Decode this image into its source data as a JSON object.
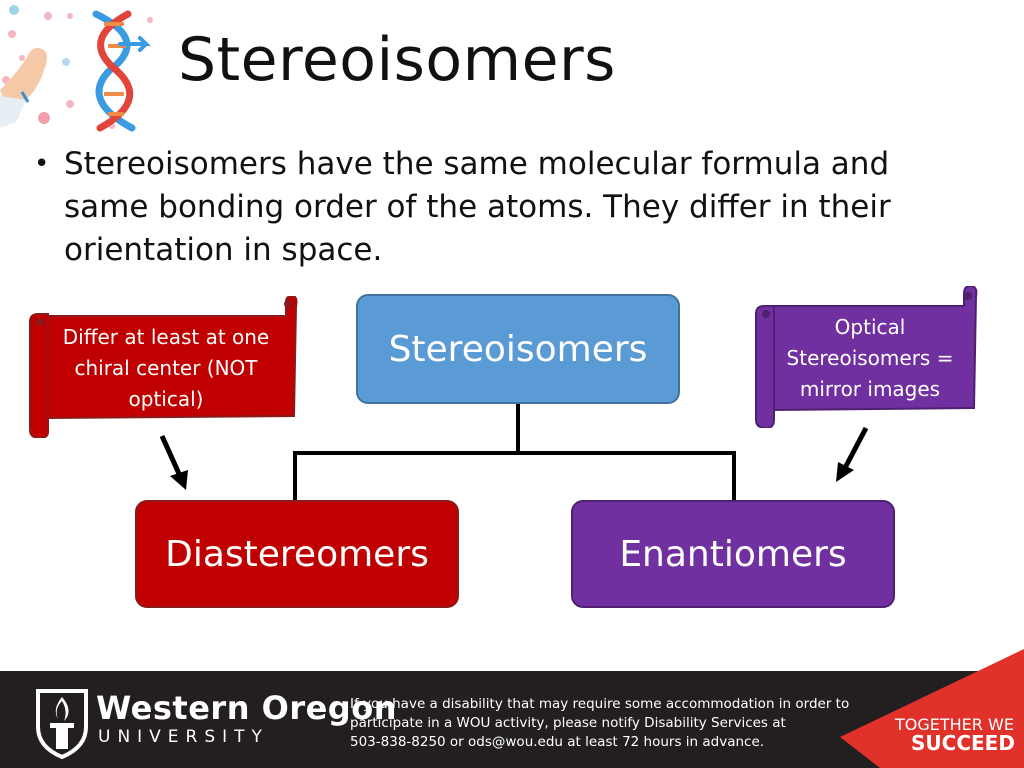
{
  "slide": {
    "title": "Stereoisomers",
    "bullet": "Stereoisomers have the same molecular formula and same bonding order of the atoms.  They differ in their orientation in space."
  },
  "diagram": {
    "top_box": "Stereoisomers",
    "left_box": "Diastereomers",
    "right_box": "Enantiomers",
    "left_note": "Differ at least at one chiral center (NOT optical)",
    "right_note": "Optical Stereoisomers = mirror images",
    "colors": {
      "top": "#5b9bd5",
      "left": "#c00000",
      "right": "#7030a0"
    }
  },
  "footer": {
    "logo_name": "Western Oregon",
    "logo_sub": "UNIVERSITY",
    "notice_line1": "If you have a disability that may require some accommodation in order to",
    "notice_line2": "participate in a WOU activity, please notify Disability Services at",
    "notice_line3": "503-838-8250 or ods@wou.edu at least 72 hours in advance.",
    "tagline_top": "TOGETHER WE",
    "tagline_bottom": "SUCCEED"
  }
}
